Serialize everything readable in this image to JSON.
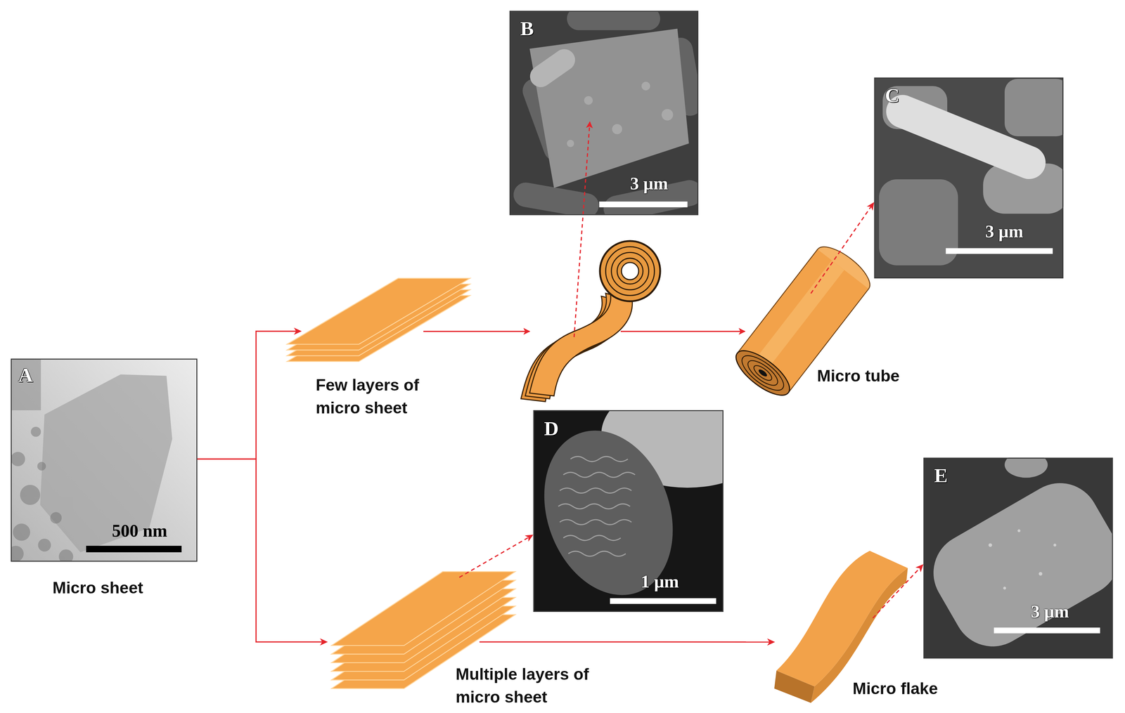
{
  "diagram": {
    "nodes": [
      {
        "text": [
          "A",
          "500 nm",
          "Micro sheet"
        ]
      },
      {
        "text": [
          "Few layers of micro sheet"
        ]
      },
      {
        "text": [
          "B",
          "3 µm"
        ]
      },
      {
        "text": [
          "Micro tube"
        ]
      },
      {
        "text": [
          "C",
          "3 µm"
        ]
      },
      {
        "text": [
          "D",
          "1 µm"
        ]
      },
      {
        "text": [
          "Multiple layers of micro sheet"
        ]
      },
      {
        "text": [
          "Micro flake"
        ]
      },
      {
        "text": [
          "E",
          "3 µm"
        ]
      }
    ],
    "edges": [
      {
        "from": 0,
        "to": 1,
        "arrow": "to"
      },
      {
        "from": 0,
        "to": 6,
        "arrow": "to"
      },
      {
        "from": 3,
        "to": 4,
        "arrow": "to"
      },
      {
        "from": 6,
        "to": 5,
        "arrow": "to"
      },
      {
        "from": 6,
        "to": 7,
        "arrow": "to"
      },
      {
        "from": 7,
        "to": 8,
        "arrow": "to"
      }
    ]
  }
}
